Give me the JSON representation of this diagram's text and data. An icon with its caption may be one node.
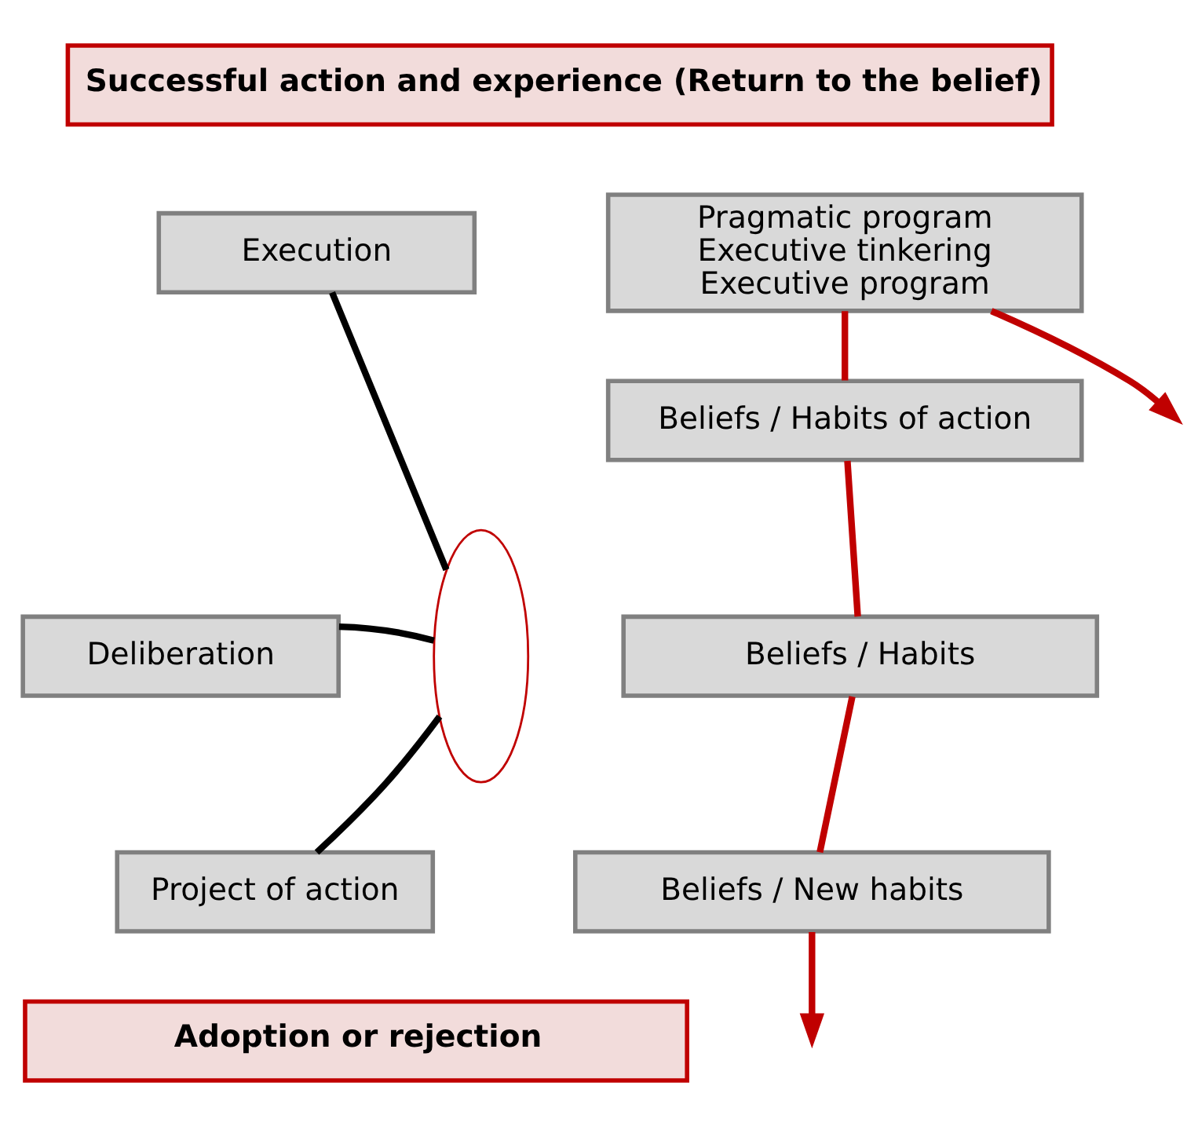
{
  "diagram": {
    "nodes": [
      {
        "text": [
          "Successful action and experience (Return to the belief)"
        ]
      },
      {
        "text": [
          "Execution"
        ]
      },
      {
        "text": [
          "Pragmatic program Executive tinkering Executive program"
        ]
      },
      {
        "text": [
          "Beliefs / Habits of action"
        ]
      },
      {
        "text": [
          "Deliberation"
        ]
      },
      {
        "text": [
          "Beliefs / Habits"
        ]
      },
      {
        "text": [
          "Beliefs / New habits"
        ]
      },
      {
        "text": [
          "Project of action"
        ]
      },
      {
        "text": [
          "Adoption or rejection"
        ]
      },
      {
        "text": [],
        "shape": "arc"
      }
    ],
    "edges": [
      {
        "from": 2,
        "to": 3,
        "arrow": "none"
      },
      {
        "from": 3,
        "to": 5,
        "arrow": "none"
      },
      {
        "from": 5,
        "to": 6,
        "arrow": "none"
      },
      {
        "from": 6,
        "to": null,
        "arrow": "to"
      },
      {
        "from": 2,
        "to": null,
        "arrow": "to"
      },
      {
        "from": 1,
        "to": 9,
        "arrow": "none",
        "color": "#000000"
      },
      {
        "from": 4,
        "to": 9,
        "arrow": "none",
        "color": "#000000"
      },
      {
        "from": 7,
        "to": 9,
        "arrow": "none",
        "color": "#000000"
      }
    ]
  }
}
